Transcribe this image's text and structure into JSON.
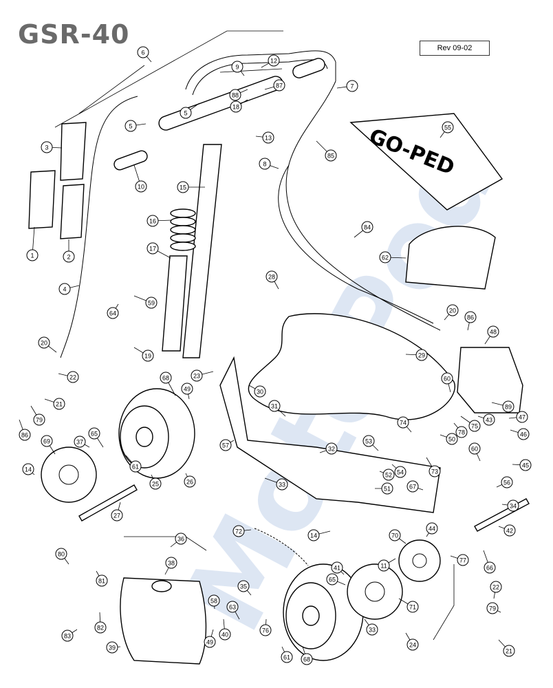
{
  "title": "GSR-40",
  "revision": "Rev 09-02",
  "watermark": "MotoPed",
  "decal_text": "GO-PED",
  "callouts": [
    {
      "n": "1"
    },
    {
      "n": "2"
    },
    {
      "n": "3"
    },
    {
      "n": "4"
    },
    {
      "n": "5"
    },
    {
      "n": "5"
    },
    {
      "n": "6"
    },
    {
      "n": "7"
    },
    {
      "n": "8"
    },
    {
      "n": "9"
    },
    {
      "n": "10"
    },
    {
      "n": "11"
    },
    {
      "n": "12"
    },
    {
      "n": "13"
    },
    {
      "n": "14"
    },
    {
      "n": "14"
    },
    {
      "n": "15"
    },
    {
      "n": "16"
    },
    {
      "n": "17"
    },
    {
      "n": "18"
    },
    {
      "n": "19"
    },
    {
      "n": "20"
    },
    {
      "n": "20"
    },
    {
      "n": "21"
    },
    {
      "n": "21"
    },
    {
      "n": "22"
    },
    {
      "n": "22"
    },
    {
      "n": "23"
    },
    {
      "n": "24"
    },
    {
      "n": "25"
    },
    {
      "n": "26"
    },
    {
      "n": "27"
    },
    {
      "n": "28"
    },
    {
      "n": "29"
    },
    {
      "n": "30"
    },
    {
      "n": "31"
    },
    {
      "n": "32"
    },
    {
      "n": "33"
    },
    {
      "n": "33"
    },
    {
      "n": "34"
    },
    {
      "n": "35"
    },
    {
      "n": "36"
    },
    {
      "n": "37"
    },
    {
      "n": "38"
    },
    {
      "n": "39"
    },
    {
      "n": "40"
    },
    {
      "n": "41"
    },
    {
      "n": "42"
    },
    {
      "n": "43"
    },
    {
      "n": "44"
    },
    {
      "n": "45"
    },
    {
      "n": "46"
    },
    {
      "n": "47"
    },
    {
      "n": "48"
    },
    {
      "n": "49"
    },
    {
      "n": "49"
    },
    {
      "n": "50"
    },
    {
      "n": "51"
    },
    {
      "n": "52"
    },
    {
      "n": "53"
    },
    {
      "n": "54"
    },
    {
      "n": "55"
    },
    {
      "n": "56"
    },
    {
      "n": "57"
    },
    {
      "n": "58"
    },
    {
      "n": "59"
    },
    {
      "n": "60"
    },
    {
      "n": "60"
    },
    {
      "n": "61"
    },
    {
      "n": "61"
    },
    {
      "n": "62"
    },
    {
      "n": "63"
    },
    {
      "n": "64"
    },
    {
      "n": "65"
    },
    {
      "n": "65"
    },
    {
      "n": "66"
    },
    {
      "n": "67"
    },
    {
      "n": "68"
    },
    {
      "n": "68"
    },
    {
      "n": "69"
    },
    {
      "n": "70"
    },
    {
      "n": "71"
    },
    {
      "n": "72"
    },
    {
      "n": "73"
    },
    {
      "n": "74"
    },
    {
      "n": "75"
    },
    {
      "n": "76"
    },
    {
      "n": "77"
    },
    {
      "n": "78"
    },
    {
      "n": "79"
    },
    {
      "n": "79"
    },
    {
      "n": "80"
    },
    {
      "n": "81"
    },
    {
      "n": "82"
    },
    {
      "n": "83"
    },
    {
      "n": "84"
    },
    {
      "n": "85"
    },
    {
      "n": "86"
    },
    {
      "n": "86"
    },
    {
      "n": "87"
    },
    {
      "n": "88"
    },
    {
      "n": "89"
    }
  ]
}
